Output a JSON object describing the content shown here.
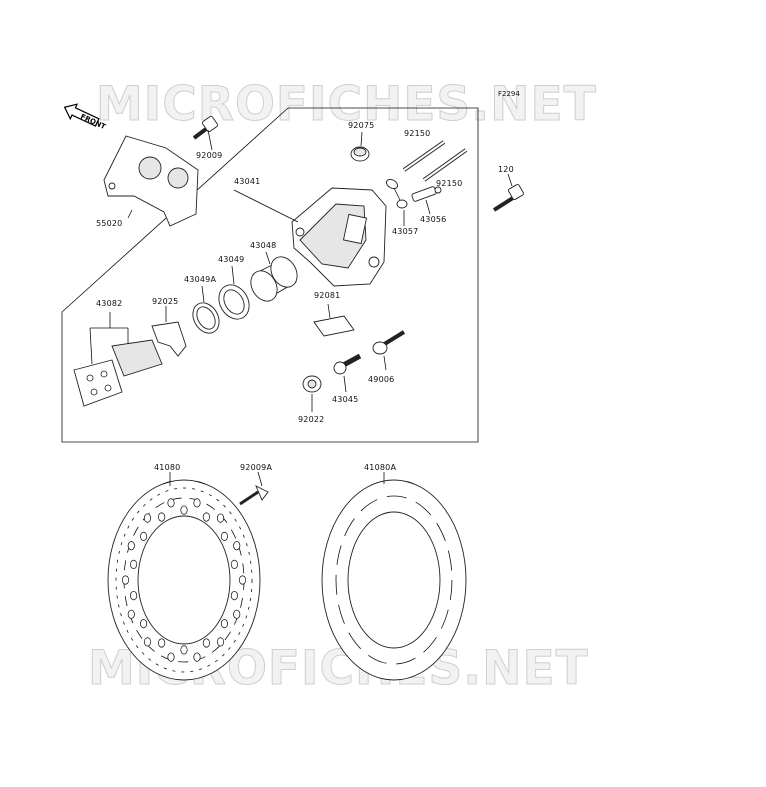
{
  "watermark": {
    "text": "MICROFICHES.NET"
  },
  "figure": {
    "code": "F2294"
  },
  "orientation": {
    "front_label": "FRONT"
  },
  "parts": {
    "p92009": "92009",
    "p55020": "55020",
    "p43041": "43041",
    "p92075": "92075",
    "p92150a": "92150",
    "p92150b": "92150",
    "p120": "120",
    "p43056": "43056",
    "p43057": "43057",
    "p43048": "43048",
    "p43049": "43049",
    "p43049A": "43049A",
    "p92025": "92025",
    "p43082": "43082",
    "p92081": "92081",
    "p49006": "49006",
    "p43045": "43045",
    "p92022": "92022",
    "p41080": "41080",
    "p92009A": "92009A",
    "p41080A": "41080A"
  }
}
